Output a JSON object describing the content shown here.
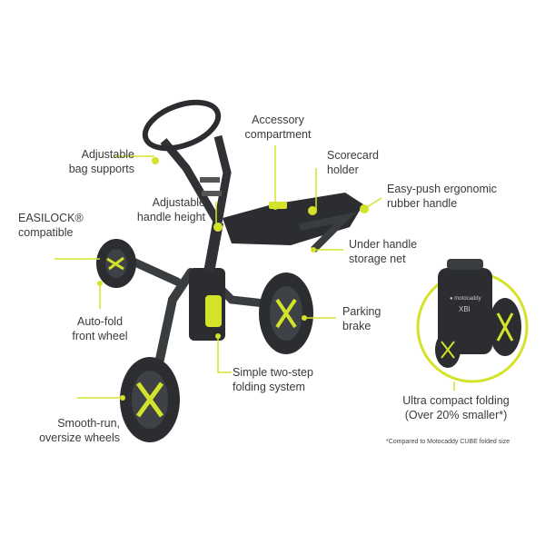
{
  "colors": {
    "accent": "#d4e32a",
    "frame": "#3a3d40",
    "text": "#3a3a3a"
  },
  "labels": {
    "accessory_compartment": "Accessory\ncompartment",
    "scorecard_holder": "Scorecard\nholder",
    "easy_push_handle": "Easy-push ergonomic\nrubber handle",
    "adjustable_bag_supports": "Adjustable\nbag supports",
    "adjustable_handle_height": "Adjustable\nhandle height",
    "easilock": "EASILOCK®\ncompatible",
    "under_handle_storage": "Under handle\nstorage net",
    "auto_fold_front_wheel": "Auto-fold\nfront wheel",
    "parking_brake": "Parking\nbrake",
    "two_step_folding": "Simple two-step\nfolding system",
    "smooth_run_wheels": "Smooth-run,\noversize wheels",
    "ultra_compact": "Ultra compact folding\n(Over 20% smaller*)"
  },
  "footnote": "*Compared to Motocaddy CUBE folded size"
}
